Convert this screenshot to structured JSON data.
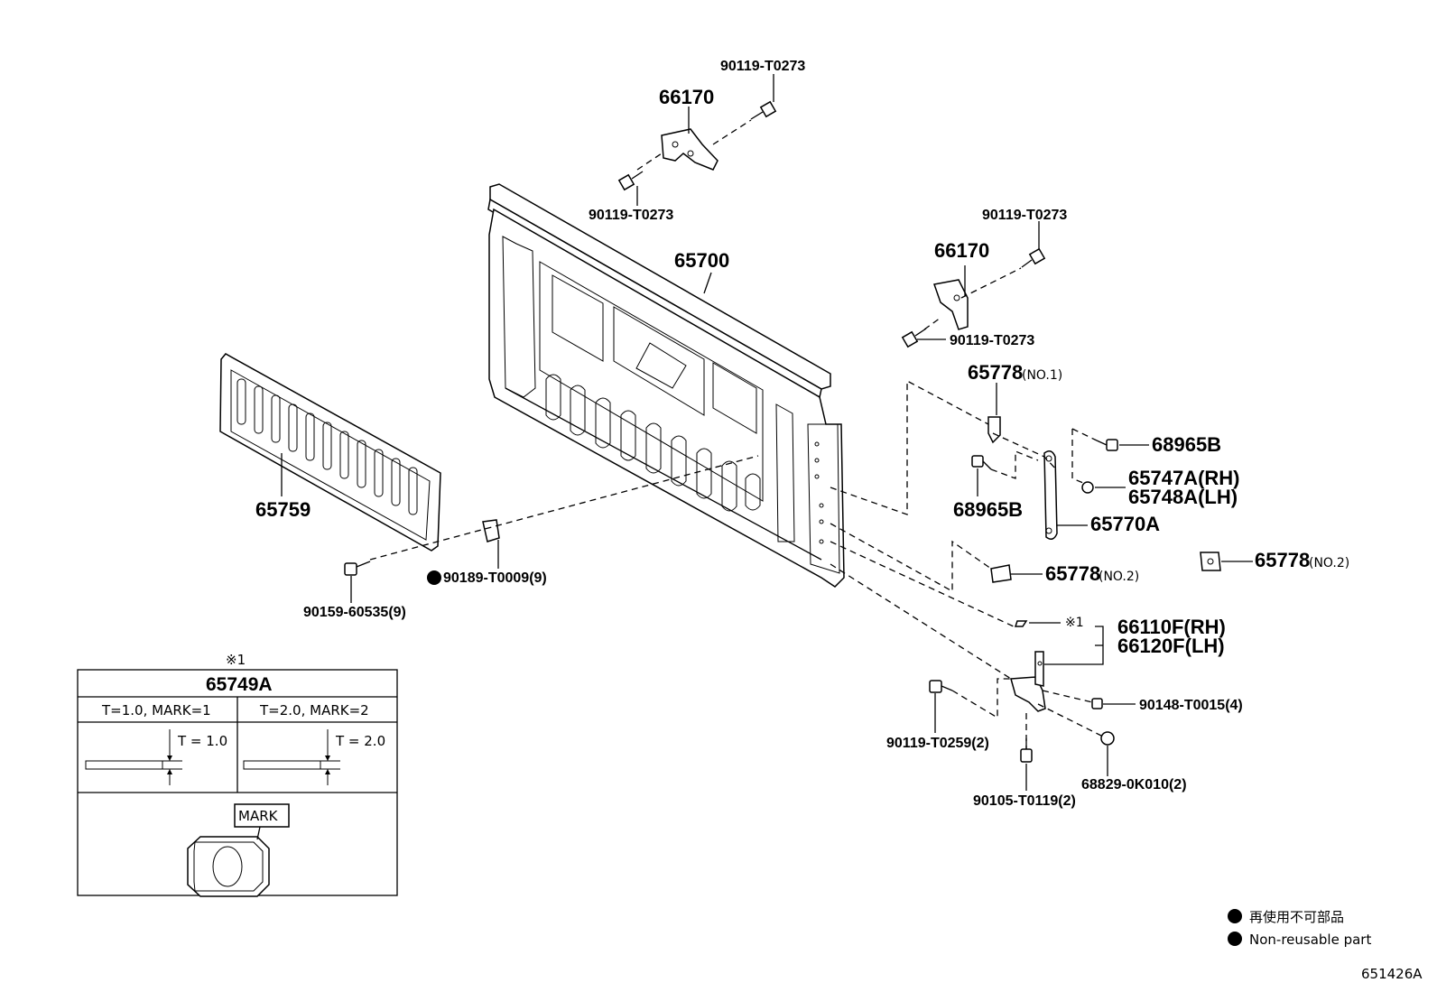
{
  "labels": {
    "p_90119_t0273_top": "90119-T0273",
    "p_66170_top": "66170",
    "p_90119_t0273_a": "90119-T0273",
    "p_65700": "65700",
    "p_90119_t0273_r1": "90119-T0273",
    "p_66170_right": "66170",
    "p_90119_t0273_r2": "90119-T0273",
    "p_65778_no1": "65778",
    "p_65778_no1_note": "(NO.1)",
    "p_68965b_a": "68965B",
    "p_65747a": "65747A(RH)",
    "p_65748a": "65748A(LH)",
    "p_68965b_b": "68965B",
    "p_65770a": "65770A",
    "p_65778_no2a": "65778",
    "p_65778_no2a_note": "(NO.2)",
    "p_65778_no2b": "65778",
    "p_65778_no2b_note": "(NO.2)",
    "p_65759": "65759",
    "p_90189": "90189-T0009(9)",
    "p_90159": "90159-60535(9)",
    "p_x1_label": "※1",
    "p_66110f": "66110F(RH)",
    "p_66120f": "66120F(LH)",
    "p_90148": "90148-T0015(4)",
    "p_90119_t0259": "90119-T0259(2)",
    "p_68829": "68829-0K010(2)",
    "p_90105": "90105-T0119(2)"
  },
  "table": {
    "note": "※1",
    "title": "65749A",
    "col1": "T=1.0, MARK=1",
    "col2": "T=2.0, MARK=2",
    "t1": "T = 1.0",
    "t2": "T = 2.0",
    "mark": "MARK",
    "mark_symbol": "0"
  },
  "legend": {
    "jp": "再使用不可部品",
    "en": "Non-reusable part"
  },
  "figure_id": "651426A"
}
